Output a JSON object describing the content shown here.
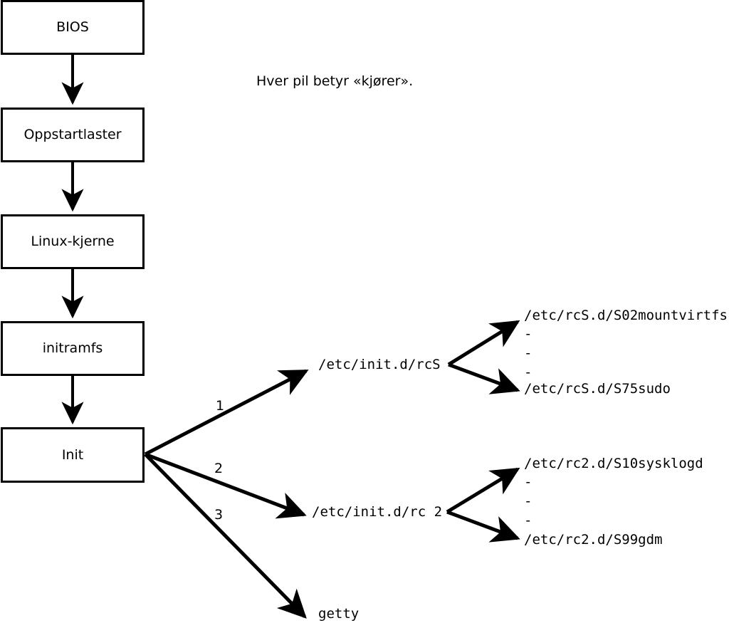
{
  "diagram": {
    "title_note": "Hver pil betyr «kjører».",
    "boot_chain": [
      {
        "label": "BIOS"
      },
      {
        "label": "Oppstartlaster"
      },
      {
        "label": "Linux-kjerne"
      },
      {
        "label": "initramfs"
      },
      {
        "label": "Init"
      }
    ],
    "init_branches": [
      {
        "number": "1",
        "target": "/etc/init.d/rcS"
      },
      {
        "number": "2",
        "target": "/etc/init.d/rc 2"
      },
      {
        "number": "3",
        "target": "getty"
      }
    ],
    "rcS_scripts": {
      "first": "/etc/rcS.d/S02mountvirtfs",
      "ellipsis": [
        "-",
        "-",
        "-"
      ],
      "last": "/etc/rcS.d/S75sudo"
    },
    "rc2_scripts": {
      "first": "/etc/rc2.d/S10sysklogd",
      "ellipsis": [
        "-",
        "-",
        "-"
      ],
      "last": "/etc/rc2.d/S99gdm"
    },
    "colors": {
      "stroke": "#000000",
      "background": "#ffffff",
      "text": "#000000"
    }
  }
}
